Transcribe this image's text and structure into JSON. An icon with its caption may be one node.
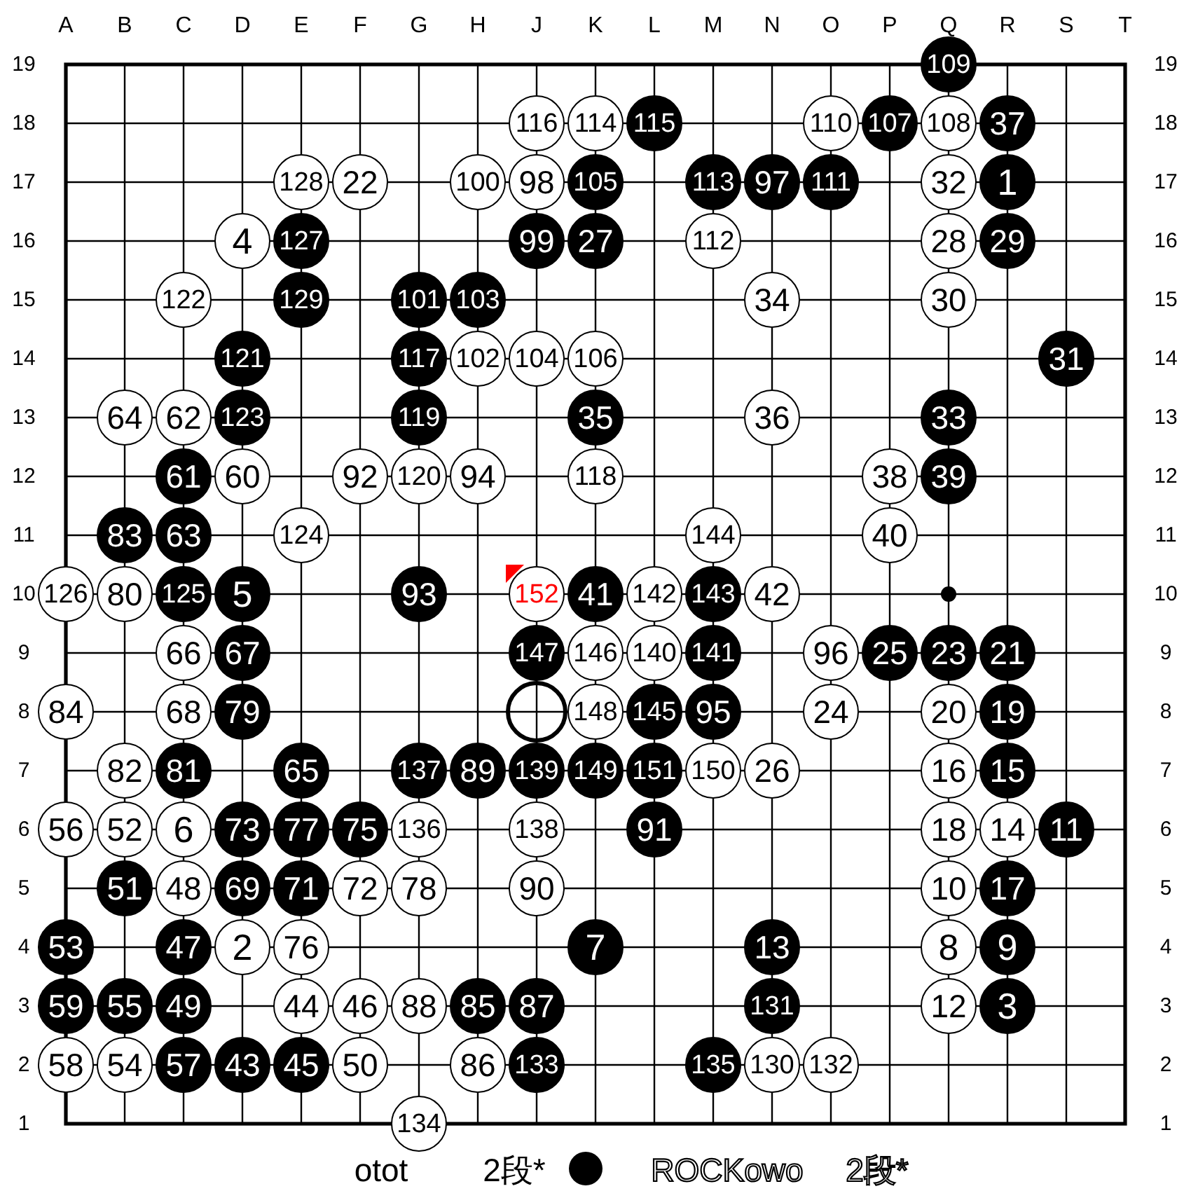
{
  "diagram": {
    "nodes": [
      {
        "text": [
          "109"
        ]
      },
      {
        "text": [
          "116"
        ]
      },
      {
        "text": [
          "114"
        ]
      },
      {
        "text": [
          "115"
        ]
      },
      {
        "text": [
          "110"
        ]
      },
      {
        "text": [
          "107"
        ]
      },
      {
        "text": [
          "108"
        ]
      },
      {
        "text": [
          "37"
        ]
      },
      {
        "text": [
          "128"
        ]
      },
      {
        "text": [
          "22"
        ]
      },
      {
        "text": [
          "100"
        ]
      },
      {
        "text": [
          "98"
        ]
      },
      {
        "text": [
          "105"
        ]
      },
      {
        "text": [
          "113"
        ]
      },
      {
        "text": [
          "97"
        ]
      },
      {
        "text": [
          "111"
        ]
      },
      {
        "text": [
          "32"
        ]
      },
      {
        "text": [
          "1"
        ]
      },
      {
        "text": [
          "4"
        ]
      },
      {
        "text": [
          "127"
        ]
      },
      {
        "text": [
          "99"
        ]
      },
      {
        "text": [
          "27"
        ]
      },
      {
        "text": [
          "112"
        ]
      },
      {
        "text": [
          "28"
        ]
      },
      {
        "text": [
          "29"
        ]
      },
      {
        "text": [
          "122"
        ]
      },
      {
        "text": [
          "129"
        ]
      },
      {
        "text": [
          "101"
        ]
      },
      {
        "text": [
          "103"
        ]
      },
      {
        "text": [
          "34"
        ]
      },
      {
        "text": [
          "30"
        ]
      },
      {
        "text": [
          "121"
        ]
      },
      {
        "text": [
          "117"
        ]
      },
      {
        "text": [
          "102"
        ]
      },
      {
        "text": [
          "104"
        ]
      },
      {
        "text": [
          "106"
        ]
      },
      {
        "text": [
          "31"
        ]
      },
      {
        "text": [
          "64"
        ]
      },
      {
        "text": [
          "62"
        ]
      },
      {
        "text": [
          "123"
        ]
      },
      {
        "text": [
          "119"
        ]
      },
      {
        "text": [
          "35"
        ]
      },
      {
        "text": [
          "36"
        ]
      },
      {
        "text": [
          "33"
        ]
      },
      {
        "text": [
          "61"
        ]
      },
      {
        "text": [
          "60"
        ]
      },
      {
        "text": [
          "92"
        ]
      },
      {
        "text": [
          "120"
        ]
      },
      {
        "text": [
          "94"
        ]
      },
      {
        "text": [
          "118"
        ]
      },
      {
        "text": [
          "38"
        ]
      },
      {
        "text": [
          "39"
        ]
      },
      {
        "text": [
          "83"
        ]
      },
      {
        "text": [
          "63"
        ]
      },
      {
        "text": [
          "124"
        ]
      },
      {
        "text": [
          "144"
        ]
      },
      {
        "text": [
          "40"
        ]
      },
      {
        "text": [
          "126"
        ]
      },
      {
        "text": [
          "80"
        ]
      },
      {
        "text": [
          "125"
        ]
      },
      {
        "text": [
          "5"
        ]
      },
      {
        "text": [
          "93"
        ]
      },
      {
        "text": [
          "152"
        ]
      },
      {
        "text": [
          "41"
        ]
      },
      {
        "text": [
          "142"
        ]
      },
      {
        "text": [
          "143"
        ]
      },
      {
        "text": [
          "42"
        ]
      },
      {
        "text": [
          "66"
        ]
      },
      {
        "text": [
          "67"
        ]
      },
      {
        "text": [
          "147"
        ]
      },
      {
        "text": [
          "146"
        ]
      },
      {
        "text": [
          "140"
        ]
      },
      {
        "text": [
          "141"
        ]
      },
      {
        "text": [
          "96"
        ]
      },
      {
        "text": [
          "25"
        ]
      },
      {
        "text": [
          "23"
        ]
      },
      {
        "text": [
          "21"
        ]
      },
      {
        "text": [
          "84"
        ]
      },
      {
        "text": [
          "68"
        ]
      },
      {
        "text": [
          "79"
        ]
      },
      {
        "text": [],
        "shape": "circle"
      },
      {
        "text": [
          "148"
        ]
      },
      {
        "text": [
          "145"
        ]
      },
      {
        "text": [
          "95"
        ]
      },
      {
        "text": [
          "24"
        ]
      },
      {
        "text": [
          "20"
        ]
      },
      {
        "text": [
          "19"
        ]
      },
      {
        "text": [
          "82"
        ]
      },
      {
        "text": [
          "81"
        ]
      },
      {
        "text": [
          "65"
        ]
      },
      {
        "text": [
          "137"
        ]
      },
      {
        "text": [
          "89"
        ]
      },
      {
        "text": [
          "139"
        ]
      },
      {
        "text": [
          "149"
        ]
      },
      {
        "text": [
          "151"
        ]
      },
      {
        "text": [
          "150"
        ]
      },
      {
        "text": [
          "26"
        ]
      },
      {
        "text": [
          "16"
        ]
      },
      {
        "text": [
          "15"
        ]
      },
      {
        "text": [
          "56"
        ]
      },
      {
        "text": [
          "52"
        ]
      },
      {
        "text": [
          "6"
        ]
      },
      {
        "text": [
          "73"
        ]
      },
      {
        "text": [
          "77"
        ]
      },
      {
        "text": [
          "75"
        ]
      },
      {
        "text": [
          "136"
        ]
      },
      {
        "text": [
          "138"
        ]
      },
      {
        "text": [
          "91"
        ]
      },
      {
        "text": [
          "18"
        ]
      },
      {
        "text": [
          "14"
        ]
      },
      {
        "text": [
          "11"
        ]
      },
      {
        "text": [
          "51"
        ]
      },
      {
        "text": [
          "48"
        ]
      },
      {
        "text": [
          "69"
        ]
      },
      {
        "text": [
          "71"
        ]
      },
      {
        "text": [
          "72"
        ]
      },
      {
        "text": [
          "78"
        ]
      },
      {
        "text": [
          "90"
        ]
      },
      {
        "text": [
          "10"
        ]
      },
      {
        "text": [
          "17"
        ]
      },
      {
        "text": [
          "53"
        ]
      },
      {
        "text": [
          "47"
        ]
      },
      {
        "text": [
          "2"
        ]
      },
      {
        "text": [
          "76"
        ]
      },
      {
        "text": [
          "7"
        ]
      },
      {
        "text": [
          "13"
        ]
      },
      {
        "text": [
          "8"
        ]
      },
      {
        "text": [
          "9"
        ]
      },
      {
        "text": [
          "59"
        ]
      },
      {
        "text": [
          "55"
        ]
      },
      {
        "text": [
          "49"
        ]
      },
      {
        "text": [
          "44"
        ]
      },
      {
        "text": [
          "46"
        ]
      },
      {
        "text": [
          "88"
        ]
      },
      {
        "text": [
          "85"
        ]
      },
      {
        "text": [
          "87"
        ]
      },
      {
        "text": [
          "131"
        ]
      },
      {
        "text": [
          "12"
        ]
      },
      {
        "text": [
          "3"
        ]
      },
      {
        "text": [
          "58"
        ]
      },
      {
        "text": [
          "54"
        ]
      },
      {
        "text": [
          "57"
        ]
      },
      {
        "text": [
          "43"
        ]
      },
      {
        "text": [
          "45"
        ]
      },
      {
        "text": [
          "50"
        ]
      },
      {
        "text": [
          "86"
        ]
      },
      {
        "text": [
          "133"
        ]
      },
      {
        "text": [
          "135"
        ]
      },
      {
        "text": [
          "130"
        ]
      },
      {
        "text": [
          "132"
        ]
      },
      {
        "text": [
          "134"
        ]
      }
    ],
    "labels": [
      "A",
      "B",
      "C",
      "D",
      "E",
      "F",
      "G",
      "H",
      "J",
      "K",
      "L",
      "M",
      "N",
      "O",
      "P",
      "Q",
      "R",
      "S",
      "T",
      "19",
      "19",
      "18",
      "18",
      "17",
      "17",
      "16",
      "16",
      "15",
      "15",
      "14",
      "14",
      "13",
      "13",
      "12",
      "12",
      "11",
      "11",
      "10",
      "10",
      "9",
      "9",
      "8",
      "8",
      "7",
      "7",
      "6",
      "6",
      "5",
      "5",
      "4",
      "4",
      "3",
      "3",
      "2",
      "2",
      "1",
      "1",
      "otot",
      "2段*",
      "ROCKowo",
      "2段*"
    ]
  }
}
